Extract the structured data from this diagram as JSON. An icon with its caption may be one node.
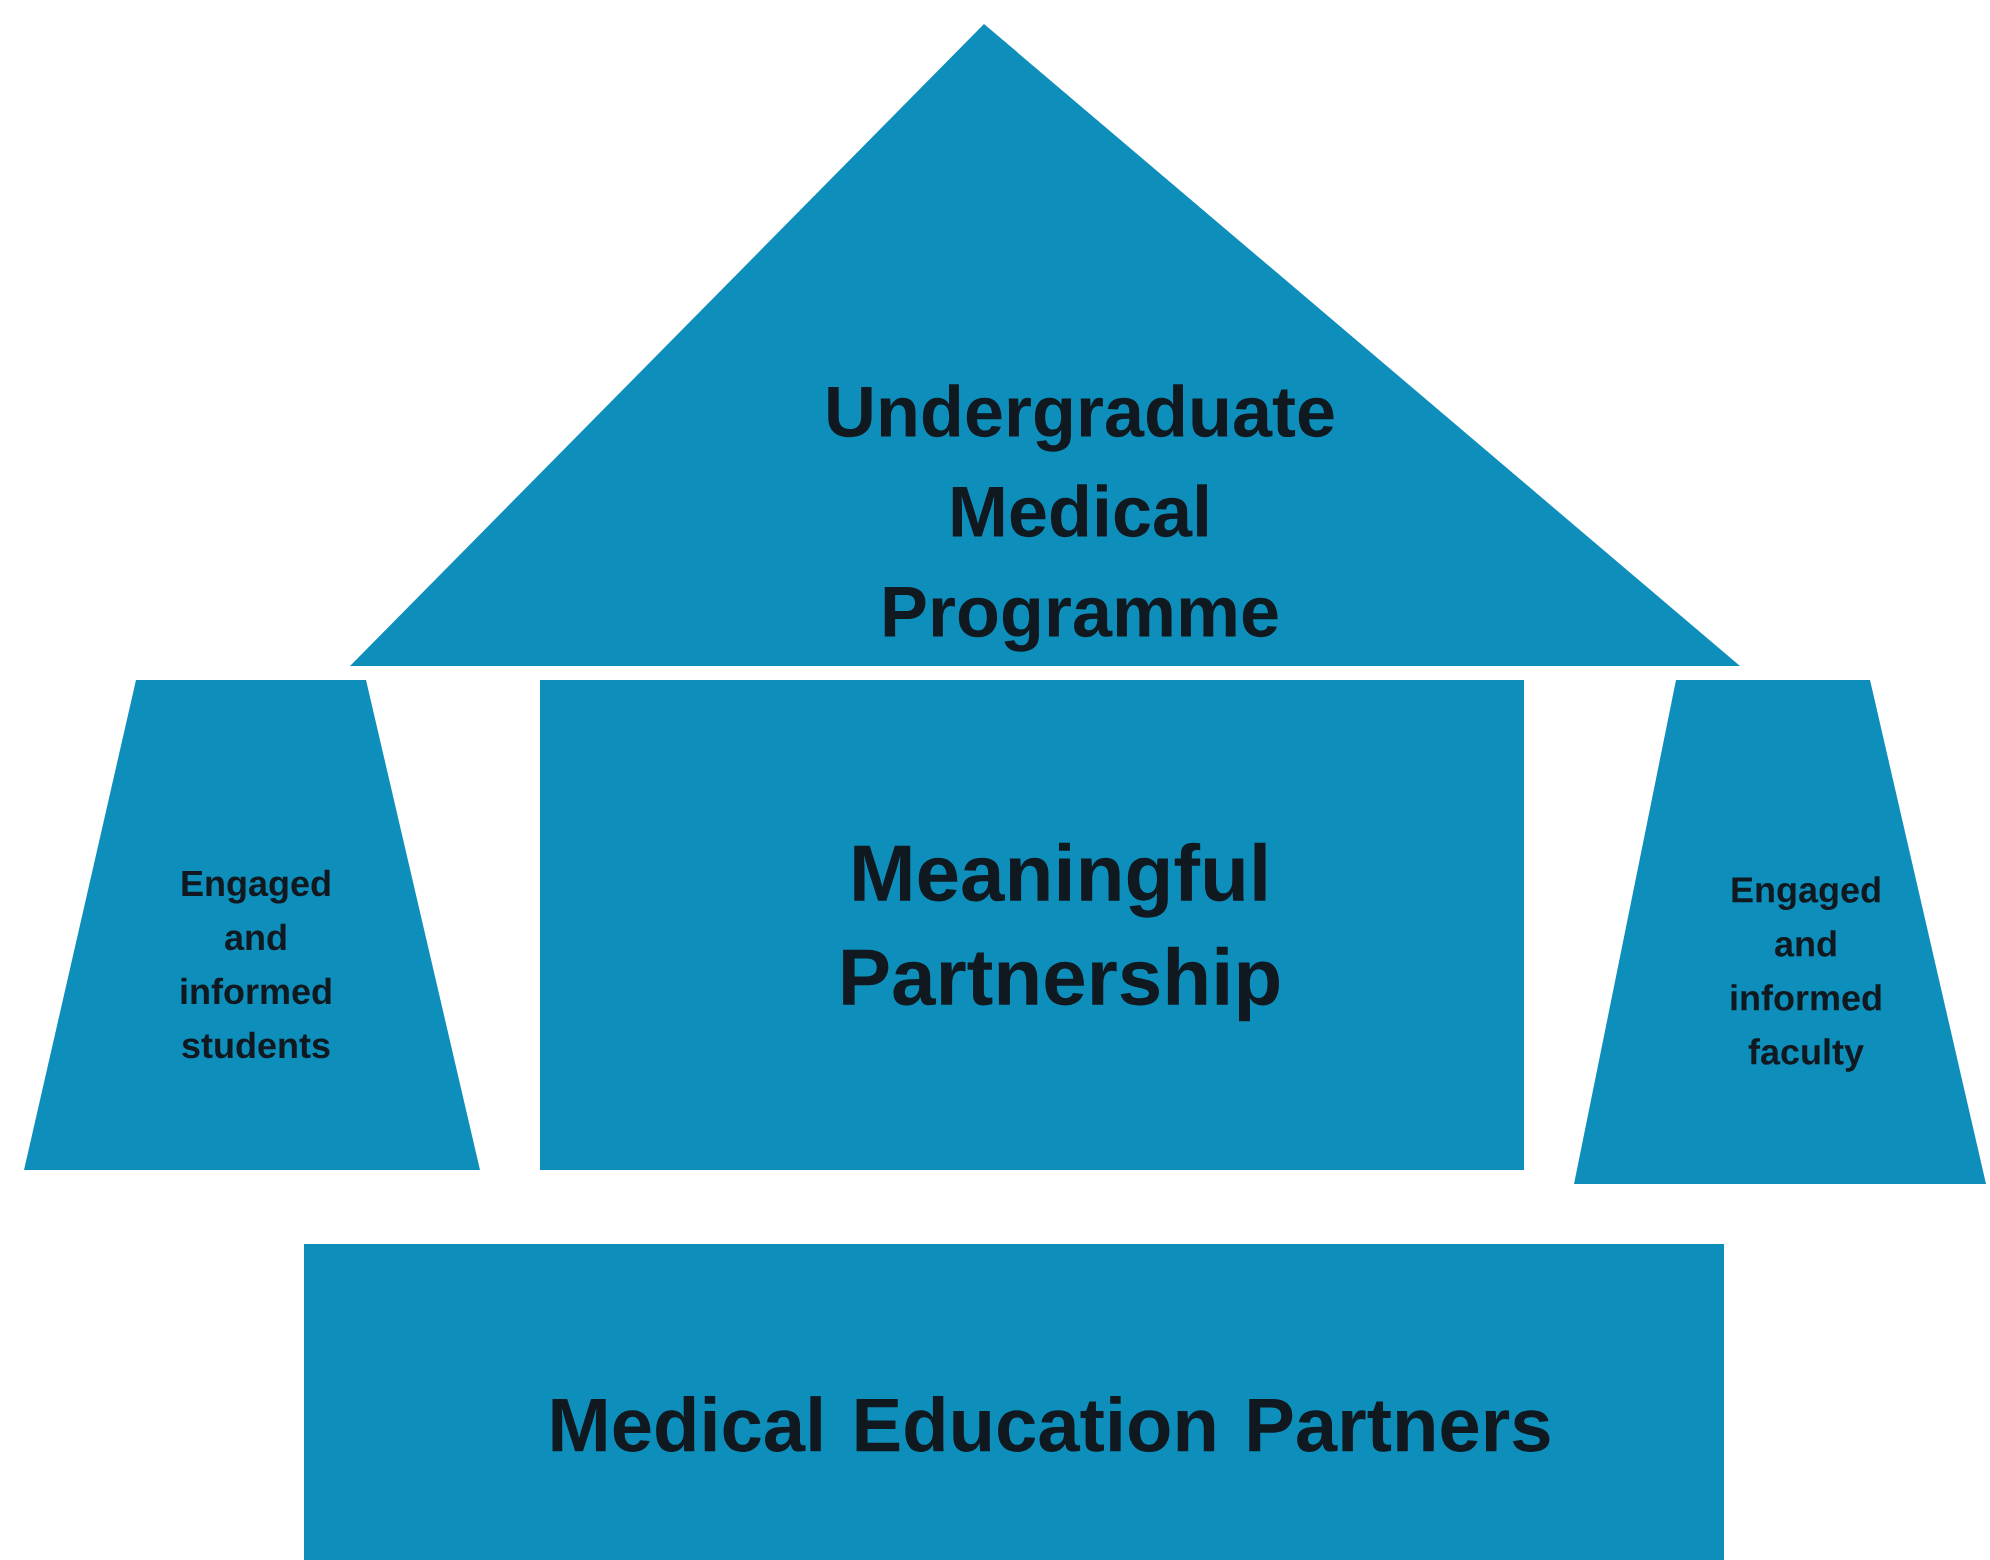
{
  "diagram": {
    "nodes": [
      {
        "text": [
          "Undergraduate Medical Programme"
        ]
      },
      {
        "text": [
          "Engaged and informed students"
        ]
      },
      {
        "text": [
          "Meaningful Partnership"
        ]
      },
      {
        "text": [
          "Engaged and informed faculty"
        ]
      },
      {
        "text": [
          "Medical Education Partners"
        ]
      }
    ]
  }
}
